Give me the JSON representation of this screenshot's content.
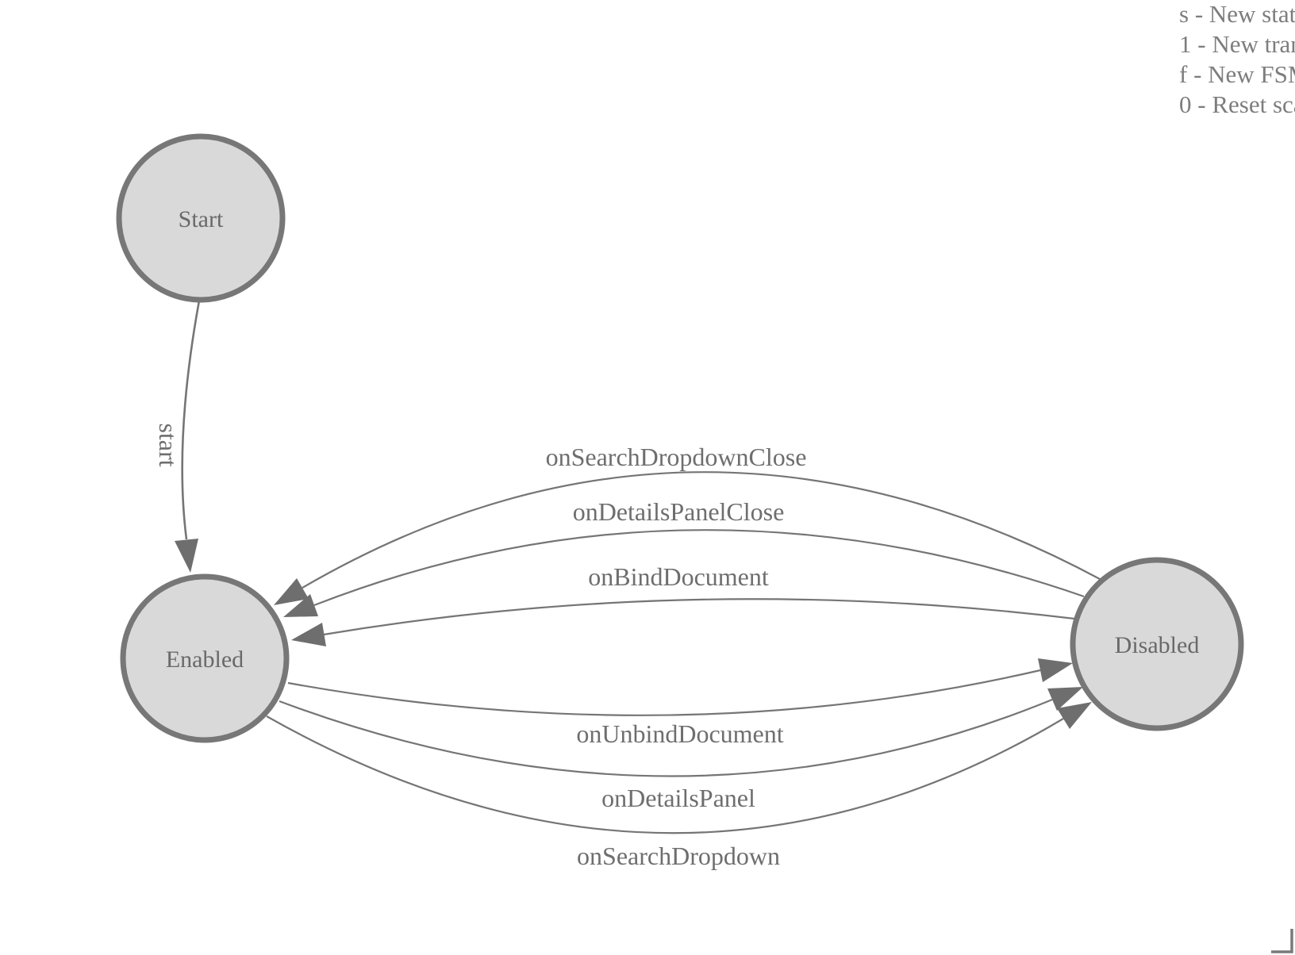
{
  "colors": {
    "background": "#ffffff",
    "node_fill": "#d9d9d9",
    "node_stroke": "#777777",
    "edge_stroke": "#757575",
    "arrow_fill": "#6e6e6e",
    "node_text": "#696969",
    "edge_label_text": "#6e6e6e",
    "legend_text": "#7d7d7d"
  },
  "legend": {
    "lines": [
      {
        "text": "s - New stat"
      },
      {
        "text": "1 - New tran"
      },
      {
        "text": "f - New FSM"
      },
      {
        "text": "0 - Reset sca"
      }
    ]
  },
  "diagram": {
    "type": "finite-state-machine",
    "states": [
      {
        "label": "Start"
      },
      {
        "label": "Enabled"
      },
      {
        "label": "Disabled"
      }
    ],
    "transitions": [
      {
        "label": "start",
        "from": "Start",
        "to": "Enabled"
      },
      {
        "label": "onSearchDropdownClose",
        "from": "Disabled",
        "to": "Enabled"
      },
      {
        "label": "onDetailsPanelClose",
        "from": "Disabled",
        "to": "Enabled"
      },
      {
        "label": "onBindDocument",
        "from": "Disabled",
        "to": "Enabled"
      },
      {
        "label": "onUnbindDocument",
        "from": "Enabled",
        "to": "Disabled"
      },
      {
        "label": "onDetailsPanel",
        "from": "Enabled",
        "to": "Disabled"
      },
      {
        "label": "onSearchDropdown",
        "from": "Enabled",
        "to": "Disabled"
      }
    ]
  }
}
